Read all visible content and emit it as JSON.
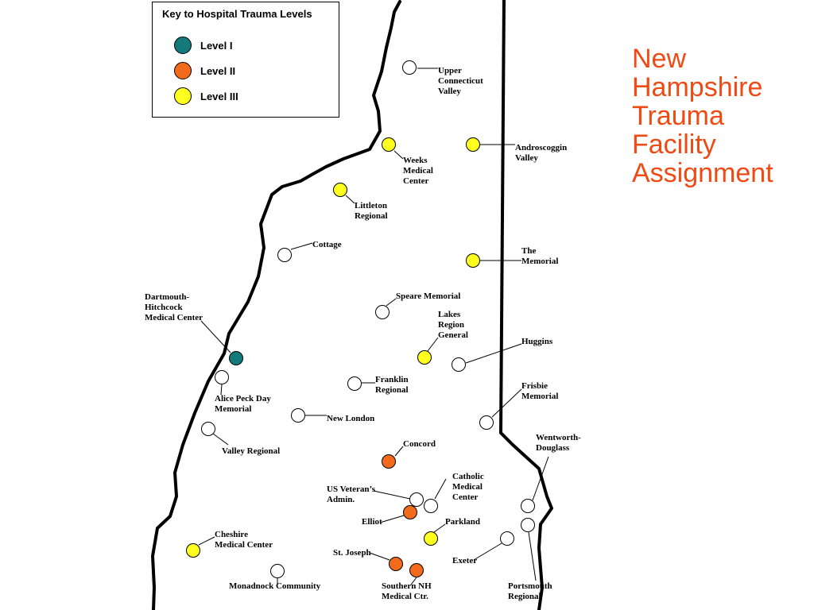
{
  "title": [
    "New",
    "Hampshire",
    "Trauma",
    "Facility",
    "Assignment"
  ],
  "legend": {
    "title": "Key to Hospital Trauma Levels",
    "items": [
      {
        "label": "Level I",
        "color": "#127a7a"
      },
      {
        "label": "Level II",
        "color": "#f26a1b"
      },
      {
        "label": "Level III",
        "color": "#ffff1f"
      }
    ]
  },
  "colors": {
    "none": "#ffffff",
    "map_outline": "#000000",
    "title": "#f04a14"
  },
  "hospitals": [
    {
      "name": [
        "Upper",
        "Connecticut",
        "Valley"
      ],
      "level": "none"
    },
    {
      "name": [
        "Weeks",
        "Medical",
        "Center"
      ],
      "level": "III"
    },
    {
      "name": [
        "Androscoggin",
        "Valley"
      ],
      "level": "III"
    },
    {
      "name": [
        "Littleton",
        "Regional"
      ],
      "level": "III"
    },
    {
      "name": [
        "Cottage"
      ],
      "level": "none"
    },
    {
      "name": [
        "The",
        "Memorial"
      ],
      "level": "III"
    },
    {
      "name": [
        "Dartmouth-",
        "Hitchcock",
        "Medical Center"
      ],
      "level": "I"
    },
    {
      "name": [
        "Speare Memorial"
      ],
      "level": "none"
    },
    {
      "name": [
        "Lakes",
        "Region",
        "General"
      ],
      "level": "III"
    },
    {
      "name": [
        "Huggins"
      ],
      "level": "none"
    },
    {
      "name": [
        "Franklin",
        "Regional"
      ],
      "level": "none"
    },
    {
      "name": [
        "Alice Peck Day",
        "Memorial"
      ],
      "level": "none"
    },
    {
      "name": [
        "Frisbie",
        "Memorial"
      ],
      "level": "none"
    },
    {
      "name": [
        "New London"
      ],
      "level": "none"
    },
    {
      "name": [
        "Valley Regional"
      ],
      "level": "none"
    },
    {
      "name": [
        "Concord"
      ],
      "level": "II"
    },
    {
      "name": [
        "Wentworth-",
        "Douglass"
      ],
      "level": "none"
    },
    {
      "name": [
        "US Veteran’s",
        "Admin."
      ],
      "level": "none"
    },
    {
      "name": [
        "Catholic",
        "Medical",
        "Center"
      ],
      "level": "none"
    },
    {
      "name": [
        "Elliot"
      ],
      "level": "II"
    },
    {
      "name": [
        "Parkland"
      ],
      "level": "III"
    },
    {
      "name": [
        "Cheshire",
        "Medical Center"
      ],
      "level": "III"
    },
    {
      "name": [
        "St. Joseph"
      ],
      "level": "II"
    },
    {
      "name": [
        "Exeter"
      ],
      "level": "none"
    },
    {
      "name": [
        "Monadnock Community"
      ],
      "level": "none"
    },
    {
      "name": [
        "Southern NH",
        "Medical Ctr."
      ],
      "level": "II"
    },
    {
      "name": [
        "Portsmouth",
        "Regional"
      ],
      "level": "none"
    }
  ]
}
